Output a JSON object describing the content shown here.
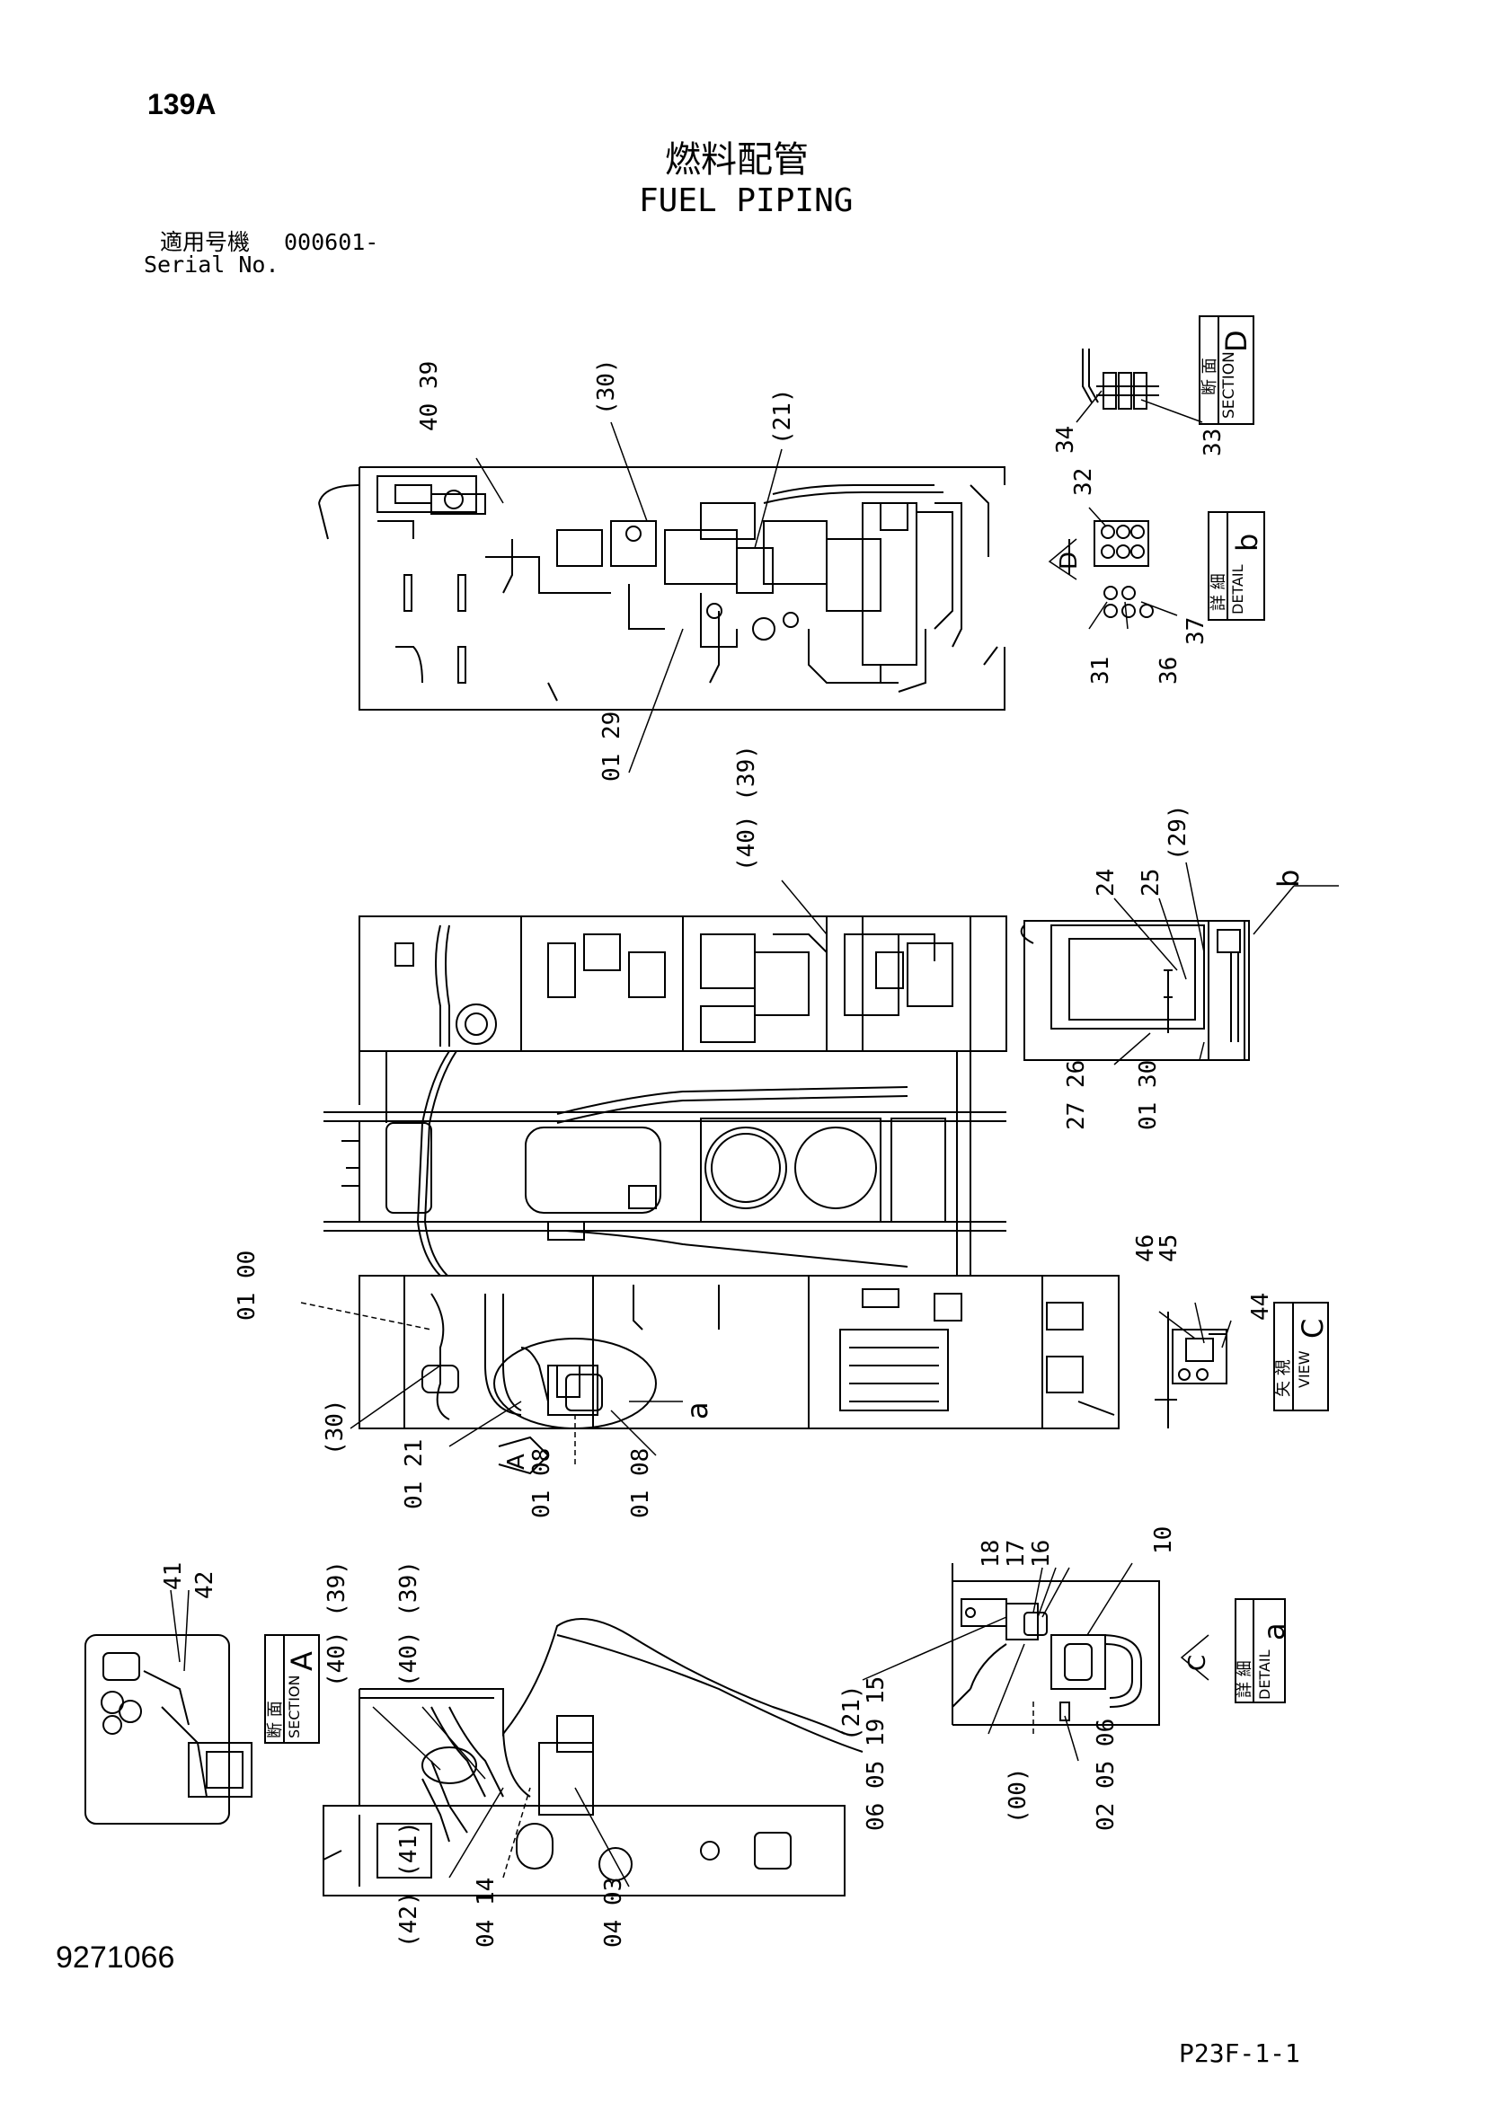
{
  "header": {
    "page_number": "139A",
    "title_ja": "燃料配管",
    "title_en": "FUEL PIPING",
    "serial_label_ja": "適用号機",
    "serial_value": "000601-",
    "serial_label_en": "Serial No."
  },
  "footer": {
    "document_number": "9271066",
    "page_code": "P23F-1-1"
  },
  "views": {
    "section_d": {
      "ja": "断 面",
      "en": "SECTION",
      "letter": "D",
      "callouts": [
        "34",
        "33"
      ]
    },
    "detail_b": {
      "ja": "詳 細",
      "en": "DETAIL",
      "letter": "b",
      "callouts": [
        "32",
        "31",
        "36",
        "37"
      ],
      "arrow_letter": "D"
    },
    "view_c": {
      "ja": "矢 視",
      "en": "VIEW",
      "letter": "C",
      "callouts": [
        "46",
        "45",
        "44"
      ]
    },
    "section_a": {
      "ja": "断 面",
      "en": "SECTION",
      "letter": "A",
      "callouts": [
        "41",
        "42"
      ]
    },
    "detail_a": {
      "ja": "詳 細",
      "en": "DETAIL",
      "letter": "a",
      "callouts": [
        "18",
        "17",
        "16",
        "10",
        "(21)",
        "06 05 19 15",
        "(00)",
        "02 05 06"
      ],
      "arrow_letter": "C"
    }
  },
  "callouts": {
    "top_view": [
      "40 39",
      "(30)",
      "(21)",
      "01 29"
    ],
    "middle_view": [
      "(40) (39)",
      "24",
      "25",
      "(29)",
      "b",
      "27 26",
      "01 30"
    ],
    "lower_view": [
      "01 00",
      "(30)",
      "01 21",
      "01 08",
      "01 08",
      "a",
      "A"
    ],
    "bottom_view": [
      "(40) (39)",
      "(40) (39)",
      "(42) (41)",
      "04 14",
      "04 03"
    ]
  }
}
